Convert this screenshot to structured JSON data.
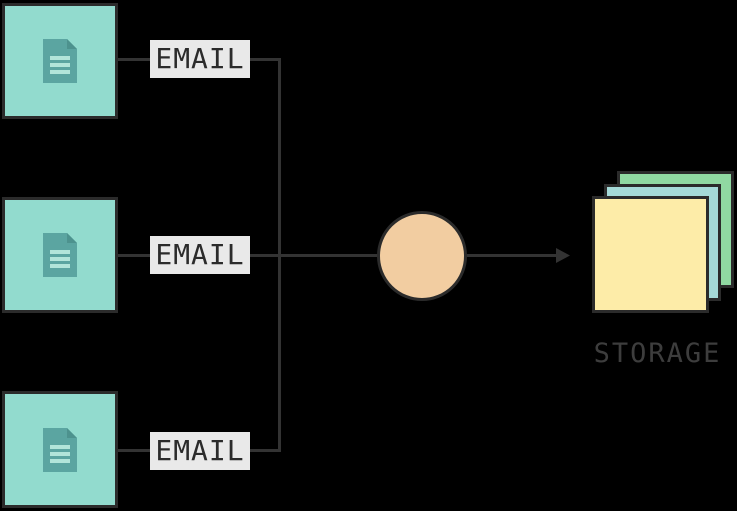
{
  "diagram": {
    "background": "#000000",
    "border_color": "#2b2b2b",
    "line_color": "#333333",
    "sources": [
      {
        "icon": "document-icon",
        "tag_label": "EMAIL"
      },
      {
        "icon": "document-icon",
        "tag_label": "EMAIL"
      },
      {
        "icon": "document-icon",
        "tag_label": "EMAIL"
      }
    ],
    "source_fill": "#92dbce",
    "document_icon_fill": "#5ba5a1",
    "document_icon_fold_fill": "#4d928e",
    "document_icon_line_fill": "#b2e5da",
    "tag_bg": "#e9e9e9",
    "tag_text_color": "#2b2b2b",
    "processor": {
      "shape": "circle",
      "fill": "#f2cda1"
    },
    "storage": {
      "label": "STORAGE",
      "label_color": "#3d3d3d",
      "layers": [
        {
          "name": "back",
          "fill": "#90d9a2"
        },
        {
          "name": "middle",
          "fill": "#a5dad8"
        },
        {
          "name": "front",
          "fill": "#fdeca8"
        }
      ]
    }
  }
}
